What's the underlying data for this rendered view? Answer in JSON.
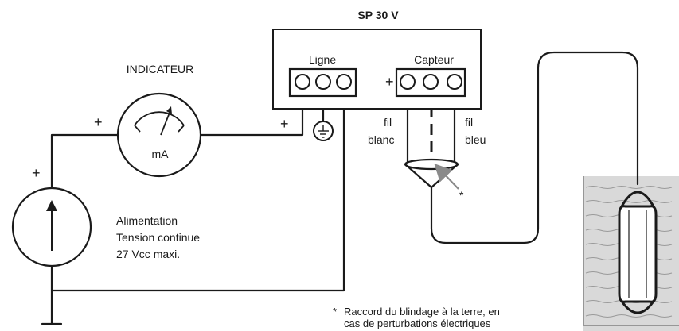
{
  "device": {
    "title": "SP 30 V",
    "line_block": "Ligne",
    "sensor_block": "Capteur"
  },
  "indicator": {
    "title": "INDICATEUR",
    "unit": "mA"
  },
  "supply": {
    "line1": "Alimentation",
    "line2": "Tension continue",
    "line3": "27 Vcc maxi."
  },
  "wires": {
    "white": [
      "fil",
      "blanc"
    ],
    "blue": [
      "fil",
      "bleu"
    ]
  },
  "marks": {
    "plus": "+",
    "asterisk": "*"
  },
  "note": {
    "star": "*",
    "line1": "Raccord du blindage à la terre, en",
    "line2": "cas de perturbations électriques"
  },
  "colors": {
    "line": "#1a1a1a",
    "water": "#d9d9d9",
    "wave": "#9a9a9a",
    "arrow": "#8a8a8a"
  }
}
